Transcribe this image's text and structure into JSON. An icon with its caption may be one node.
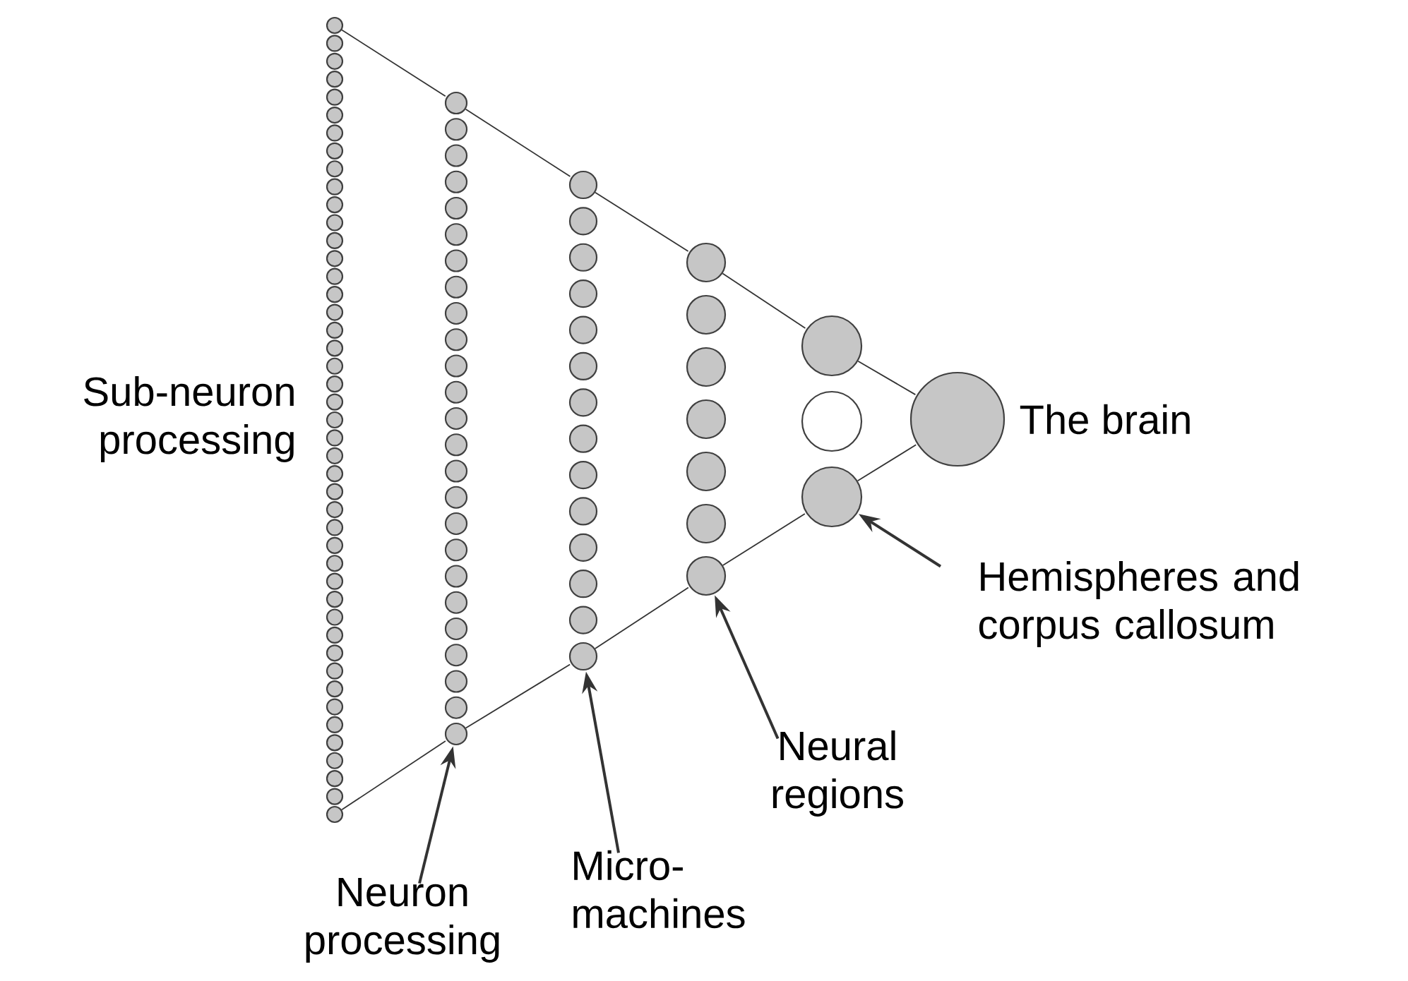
{
  "diagram": {
    "nodes": [
      {
        "text": [],
        "shape": "circle"
      },
      {
        "text": [],
        "shape": "circle"
      },
      {
        "text": [],
        "shape": "circle"
      },
      {
        "text": [],
        "shape": "circle"
      },
      {
        "text": [],
        "shape": "circle"
      },
      {
        "text": [],
        "shape": "circle"
      },
      {
        "text": [],
        "shape": "circle"
      },
      {
        "text": [],
        "shape": "circle"
      },
      {
        "text": [],
        "shape": "circle"
      },
      {
        "text": [],
        "shape": "circle"
      },
      {
        "text": [],
        "shape": "circle"
      },
      {
        "text": [],
        "shape": "circle"
      },
      {
        "text": [],
        "shape": "circle"
      },
      {
        "text": [],
        "shape": "circle"
      },
      {
        "text": [],
        "shape": "circle"
      },
      {
        "text": [],
        "shape": "circle"
      },
      {
        "text": [],
        "shape": "circle"
      },
      {
        "text": [],
        "shape": "circle"
      },
      {
        "text": [],
        "shape": "circle"
      },
      {
        "text": [],
        "shape": "circle"
      },
      {
        "text": [],
        "shape": "circle"
      },
      {
        "text": [],
        "shape": "circle"
      },
      {
        "text": [],
        "shape": "circle"
      },
      {
        "text": [],
        "shape": "circle"
      },
      {
        "text": [],
        "shape": "circle"
      },
      {
        "text": [],
        "shape": "circle"
      },
      {
        "text": [],
        "shape": "circle"
      },
      {
        "text": [],
        "shape": "circle"
      },
      {
        "text": [],
        "shape": "circle"
      },
      {
        "text": [],
        "shape": "circle"
      },
      {
        "text": [],
        "shape": "circle"
      },
      {
        "text": [],
        "shape": "circle"
      },
      {
        "text": [],
        "shape": "circle"
      },
      {
        "text": [],
        "shape": "circle"
      },
      {
        "text": [],
        "shape": "circle"
      },
      {
        "text": [],
        "shape": "circle"
      },
      {
        "text": [],
        "shape": "circle"
      },
      {
        "text": [],
        "shape": "circle"
      },
      {
        "text": [],
        "shape": "circle"
      },
      {
        "text": [],
        "shape": "circle"
      },
      {
        "text": [],
        "shape": "circle"
      },
      {
        "text": [],
        "shape": "circle"
      },
      {
        "text": [],
        "shape": "circle"
      },
      {
        "text": [],
        "shape": "circle"
      },
      {
        "text": [],
        "shape": "circle"
      },
      {
        "text": [],
        "shape": "circle"
      },
      {
        "text": [],
        "shape": "circle"
      },
      {
        "text": [],
        "shape": "circle"
      },
      {
        "text": [],
        "shape": "circle"
      },
      {
        "text": [],
        "shape": "circle"
      },
      {
        "text": [],
        "shape": "circle"
      },
      {
        "text": [],
        "shape": "circle"
      },
      {
        "text": [],
        "shape": "circle"
      },
      {
        "text": [],
        "shape": "circle"
      },
      {
        "text": [],
        "shape": "circle"
      },
      {
        "text": [],
        "shape": "circle"
      },
      {
        "text": [],
        "shape": "circle"
      },
      {
        "text": [],
        "shape": "circle"
      },
      {
        "text": [],
        "shape": "circle"
      },
      {
        "text": [],
        "shape": "circle"
      },
      {
        "text": [],
        "shape": "circle"
      },
      {
        "text": [],
        "shape": "circle"
      },
      {
        "text": [],
        "shape": "circle"
      },
      {
        "text": [],
        "shape": "circle"
      },
      {
        "text": [],
        "shape": "circle"
      },
      {
        "text": [],
        "shape": "circle"
      },
      {
        "text": [],
        "shape": "circle"
      },
      {
        "text": [],
        "shape": "circle"
      },
      {
        "text": [],
        "shape": "circle"
      },
      {
        "text": [],
        "shape": "circle"
      },
      {
        "text": [],
        "shape": "circle"
      },
      {
        "text": [],
        "shape": "circle"
      },
      {
        "text": [],
        "shape": "circle"
      },
      {
        "text": [],
        "shape": "circle"
      },
      {
        "text": [],
        "shape": "circle"
      },
      {
        "text": [],
        "shape": "circle"
      },
      {
        "text": [],
        "shape": "circle"
      },
      {
        "text": [],
        "shape": "circle"
      },
      {
        "text": [],
        "shape": "circle"
      },
      {
        "text": [],
        "shape": "circle"
      },
      {
        "text": [],
        "shape": "circle"
      },
      {
        "text": [],
        "shape": "circle"
      },
      {
        "text": [],
        "shape": "circle"
      },
      {
        "text": [],
        "shape": "circle"
      },
      {
        "text": [],
        "shape": "circle"
      },
      {
        "text": [],
        "shape": "circle"
      },
      {
        "text": [],
        "shape": "circle"
      },
      {
        "text": [],
        "shape": "circle"
      },
      {
        "text": [],
        "shape": "circle"
      },
      {
        "text": [],
        "shape": "circle"
      },
      {
        "text": [],
        "shape": "circle"
      },
      {
        "text": [],
        "shape": "circle"
      },
      {
        "text": [],
        "shape": "circle"
      },
      {
        "text": [],
        "shape": "circle"
      },
      {
        "text": [],
        "shape": "circle",
        "beside": [
          "The brain"
        ]
      },
      {
        "text": [
          "Neuron processing"
        ]
      },
      {
        "text": [
          "Micro- machines"
        ]
      },
      {
        "text": [
          "Neural regions"
        ]
      },
      {
        "text": [
          "Hemispheres and corpus callosum"
        ]
      }
    ],
    "edges": [
      {
        "from": 0,
        "to": 45,
        "arrow": "none"
      },
      {
        "from": 45,
        "to": 70,
        "arrow": "none"
      },
      {
        "from": 70,
        "to": 84,
        "arrow": "none"
      },
      {
        "from": 84,
        "to": 91,
        "arrow": "none"
      },
      {
        "from": 91,
        "to": 94,
        "arrow": "none"
      },
      {
        "from": 44,
        "to": 69,
        "arrow": "none"
      },
      {
        "from": 69,
        "to": 83,
        "arrow": "none"
      },
      {
        "from": 83,
        "to": 90,
        "arrow": "none"
      },
      {
        "from": 90,
        "to": 93,
        "arrow": "none"
      },
      {
        "from": 93,
        "to": 94,
        "arrow": "none"
      },
      {
        "from": 95,
        "to": 69,
        "arrow": "to"
      },
      {
        "from": 96,
        "to": 83,
        "arrow": "to"
      },
      {
        "from": 97,
        "to": 90,
        "arrow": "to"
      },
      {
        "from": 98,
        "to": 93,
        "arrow": "to"
      }
    ],
    "labels": [
      "Sub-neuron processing"
    ]
  }
}
